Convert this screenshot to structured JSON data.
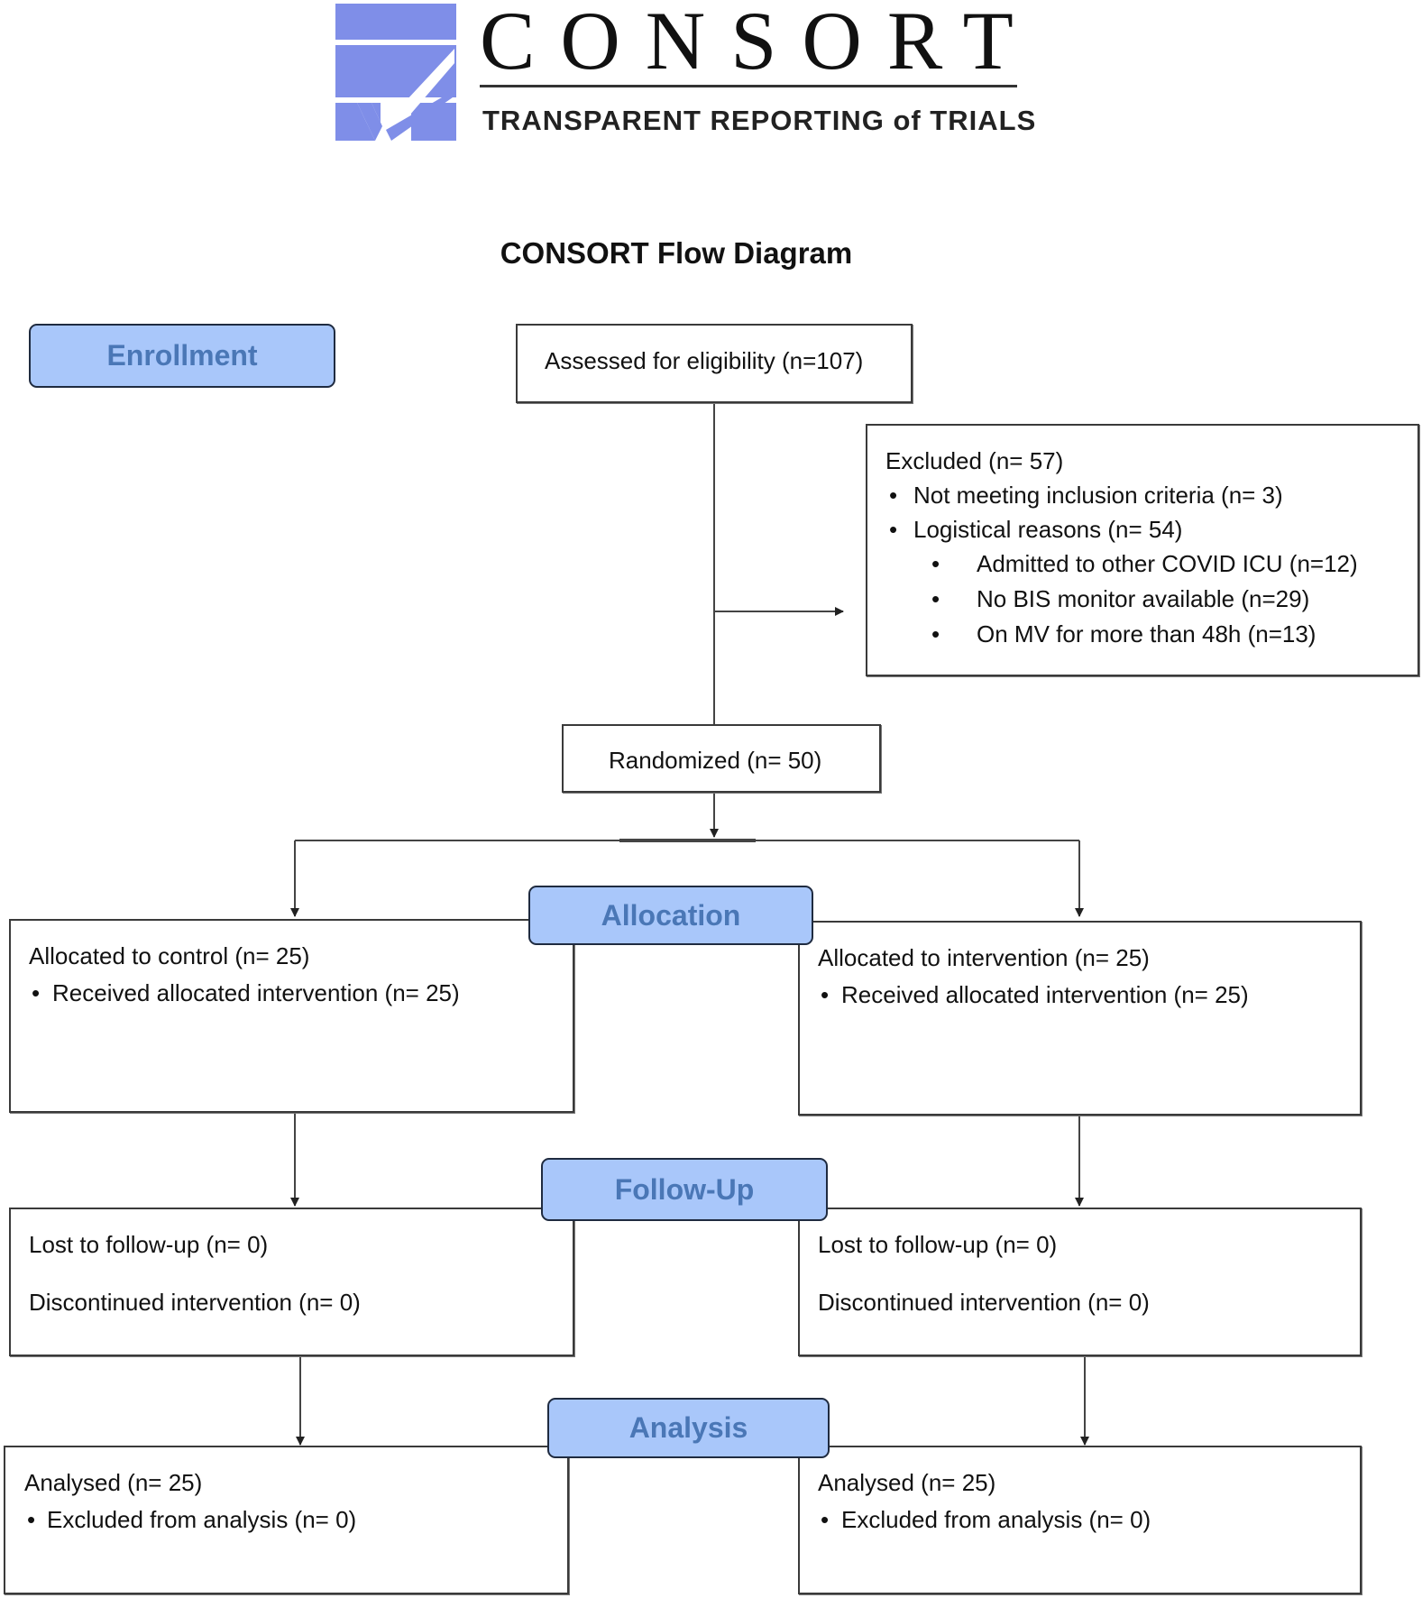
{
  "logo": {
    "word": "CONSORT",
    "tagline": "TRANSPARENT REPORTING of TRIALS"
  },
  "title": "CONSORT Flow Diagram",
  "stages": {
    "enrollment": "Enrollment",
    "allocation": "Allocation",
    "follow_up": "Follow-Up",
    "analysis": "Analysis"
  },
  "enrollment": {
    "assessed": "Assessed for eligibility (n=107)",
    "excluded": {
      "heading": "Excluded (n= 57)",
      "reasons": [
        "Not meeting inclusion criteria (n= 3)",
        "Logistical reasons (n= 54)"
      ],
      "sub_reasons": [
        "Admitted to other COVID ICU (n=12)",
        "No BIS monitor available (n=29)",
        "On MV for more than 48h (n=13)"
      ]
    },
    "randomized": "Randomized (n= 50)"
  },
  "arms": {
    "control": {
      "allocated": "Allocated to control (n= 25)",
      "received": "Received allocated intervention (n= 25)",
      "lost": "Lost to follow-up (n= 0)",
      "discontinued": "Discontinued intervention (n= 0)",
      "analysed": "Analysed (n= 25)",
      "excluded_analysis": "Excluded from analysis (n= 0)"
    },
    "intervention": {
      "allocated": "Allocated to intervention (n= 25)",
      "received": "Received allocated intervention (n= 25)",
      "lost": "Lost to follow-up (n= 0)",
      "discontinued": "Discontinued intervention (n= 0)",
      "analysed": "Analysed (n= 25)",
      "excluded_analysis": "Excluded from analysis (n= 0)"
    }
  },
  "colors": {
    "logo_blue": "#7f8ee8",
    "stage_fill": "#a9c7fa",
    "stage_text": "#4a77b6"
  }
}
